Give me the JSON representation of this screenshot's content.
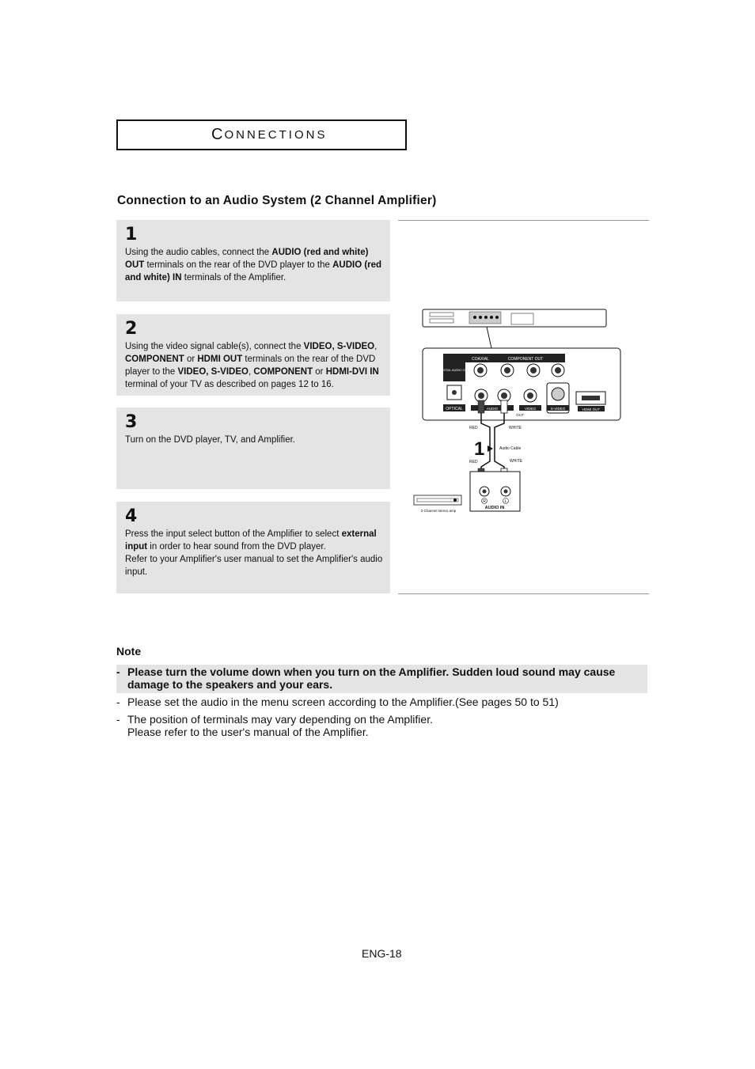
{
  "section": {
    "title_first": "C",
    "title_rest": "ONNECTIONS"
  },
  "heading": "Connection to an Audio System (2 Channel Amplifier)",
  "steps": [
    {
      "number": "1",
      "parts": [
        {
          "t": "Using the audio cables, connect the ",
          "b": false
        },
        {
          "t": "AUDIO (red and white) OUT",
          "b": true
        },
        {
          "t": " terminals on the rear of the DVD player to the ",
          "b": false
        },
        {
          "t": "AUDIO (red and white) IN",
          "b": true
        },
        {
          "t": " terminals of the Amplifier.",
          "b": false
        }
      ]
    },
    {
      "number": "2",
      "parts": [
        {
          "t": "Using the video signal cable(s), connect the ",
          "b": false
        },
        {
          "t": "VIDEO, S-VIDEO",
          "b": true
        },
        {
          "t": ", ",
          "b": false
        },
        {
          "t": "COMPONENT",
          "b": true
        },
        {
          "t": " or ",
          "b": false
        },
        {
          "t": "HDMI OUT",
          "b": true
        },
        {
          "t": " terminals on the rear of the DVD player to the ",
          "b": false
        },
        {
          "t": "VIDEO, S-VIDEO",
          "b": true
        },
        {
          "t": ", ",
          "b": false
        },
        {
          "t": "COMPONENT",
          "b": true
        },
        {
          "t": " or ",
          "b": false
        },
        {
          "t": "HDMI-DVI IN",
          "b": true
        },
        {
          "t": " terminal of your TV as described on pages 12 to 16.",
          "b": false
        }
      ]
    },
    {
      "number": "3",
      "parts": [
        {
          "t": "Turn on the DVD player, TV, and Amplifier.",
          "b": false
        }
      ]
    },
    {
      "number": "4",
      "parts": [
        {
          "t": "Press the input select button of the Amplifier to select ",
          "b": false
        },
        {
          "t": "external input",
          "b": true
        },
        {
          "t": "  in order to hear sound from the DVD player.\nRefer to your Amplifier's user manual to set the Amplifier's audio input.",
          "b": false
        }
      ]
    }
  ],
  "diagram": {
    "coaxial": "COAXIAL",
    "component_out": "COMPONENT OUT",
    "digital_audio_out": "DIGITAL AUDIO OUT",
    "optical": "OPTICAL",
    "audio": "AUDIO",
    "out": "OUT",
    "video": "VIDEO",
    "svideo": "S-VIDEO",
    "hdmi_out": "HDMI OUT",
    "red_top": "RED",
    "white_top": "WHITE",
    "step_marker": "1",
    "audio_cable": "Audio Cable",
    "red_bottom": "RED",
    "white_bottom": "WHITE",
    "r": "R",
    "l": "L",
    "audio_in": "AUDIO IN",
    "amp_label": "2-Channel stereo amp"
  },
  "note": {
    "title": "Note",
    "items": [
      {
        "dash": "-",
        "lines": [
          "Please turn the volume down when you turn on the Amplifier. Sudden loud sound may cause",
          "damage to the speakers and your ears."
        ],
        "bold": true
      },
      {
        "dash": "-",
        "lines": [
          "Please set the audio in the menu screen according to the Amplifier.(See pages 50 to 51)"
        ],
        "bold": false
      },
      {
        "dash": "-",
        "lines": [
          "The position of terminals may vary depending on the Amplifier.",
          "Please refer to the user's manual of the Amplifier."
        ],
        "bold": false
      }
    ]
  },
  "page_number": "ENG-18"
}
